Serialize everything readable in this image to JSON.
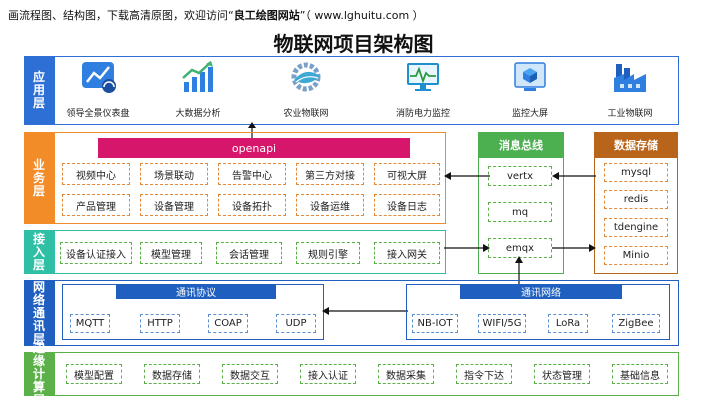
{
  "top_note": {
    "prefix": "画流程图、结构图，下载高清原图，欢迎访问“",
    "site": "良工绘图网站",
    "suffix": "”（ www.lghuitu.com ）"
  },
  "title": "物联网项目架构图",
  "layers": {
    "app": "应用层",
    "business": "业务层",
    "access": "接入层",
    "network": "网络通讯层",
    "edge": "边缘计算层"
  },
  "apps": [
    {
      "label": "领导全景仪表盘",
      "icon": "dashboard-gauge-icon"
    },
    {
      "label": "大数据分析",
      "icon": "bar-chart-growth-icon"
    },
    {
      "label": "农业物联网",
      "icon": "gear-leaf-icon"
    },
    {
      "label": "消防电力监控",
      "icon": "monitor-pulse-icon"
    },
    {
      "label": "监控大屏",
      "icon": "cube-screen-icon"
    },
    {
      "label": "工业物联网",
      "icon": "factory-icon"
    }
  ],
  "openapi": "openapi",
  "business_items": [
    [
      "视频中心",
      "场景联动",
      "告警中心",
      "第三方对接",
      "可视大屏"
    ],
    [
      "产品管理",
      "设备管理",
      "设备拓扑",
      "设备运维",
      "设备日志"
    ]
  ],
  "access_items": [
    "设备认证接入",
    "模型管理",
    "会话管理",
    "规则引擎",
    "接入网关"
  ],
  "message_bus": {
    "title": "消息总线",
    "items": [
      "vertx",
      "mq",
      "emqx"
    ]
  },
  "storage": {
    "title": "数据存储",
    "items": [
      "mysql",
      "redis",
      "tdengine",
      "Minio"
    ]
  },
  "protocol": {
    "title": "通讯协议",
    "items": [
      "MQTT",
      "HTTP",
      "COAP",
      "UDP"
    ]
  },
  "network": {
    "title": "通讯网络",
    "items": [
      "NB-IOT",
      "WIFI/5G",
      "LoRa",
      "ZigBee"
    ]
  },
  "edge_items": [
    "模型配置",
    "数据存储",
    "数据交互",
    "接入认证",
    "数据采集",
    "指令下达",
    "状态管理",
    "基础信息"
  ],
  "colors": {
    "app": "#2e6fd6",
    "business": "#f28c28",
    "access": "#2ebfa5",
    "network": "#1f5fbf",
    "edge": "#5bb04a",
    "bus": "#4caf50",
    "storage": "#b8641a",
    "openapi": "#d6166b"
  }
}
